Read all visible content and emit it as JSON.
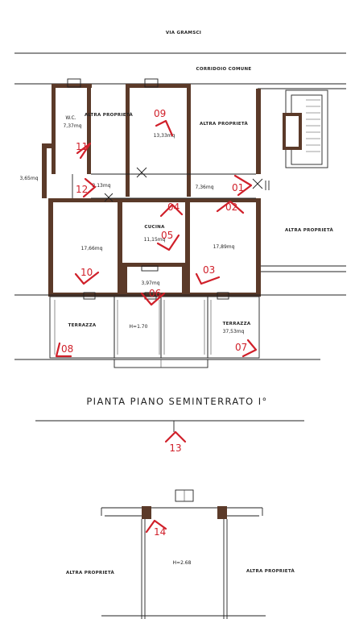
{
  "colors": {
    "wall": "#5b3a29",
    "marker": "#d0202a",
    "line": "#222222"
  },
  "street": "VIA GRAMSCI",
  "corridor": "CORRIDOIO COMUNE",
  "upper_plan": {
    "rooms": {
      "wc_label": "W.C.",
      "wc_area": "7,37mq",
      "altra_1": "ALTRA PROPRIETÀ",
      "room_09_area": "13,33mq",
      "altra_2": "ALTRA PROPRIETÀ",
      "left_small_area": "3,65mq",
      "hall_left_area": "2,13mq",
      "hall_right_area": "7,36mq",
      "cucina_label": "CUCINA",
      "cucina_area": "11,15mq",
      "room_10_area": "17,66mq",
      "room_03_area": "17,89mq",
      "altra_3": "ALTRA PROPRIETÀ",
      "bath_area": "3,97mq",
      "terrazza_left": "TERRAZZA",
      "h_label": "H=1.70",
      "terrazza_right": "TERRAZZA",
      "terrazza_right_area": "37,53mq"
    },
    "markers": {
      "m01": "01",
      "m02": "02",
      "m03": "03",
      "m04": "04",
      "m05": "05",
      "m06": "06",
      "m07": "07",
      "m08": "08",
      "m09": "09",
      "m10": "10",
      "m11": "11",
      "m12": "12"
    }
  },
  "plan_title": "PIANTA PIANO SEMINTERRATO I°",
  "marker_13": "13",
  "lower_plan": {
    "marker_14": "14",
    "height_label": "H=2.68",
    "altra_left": "ALTRA PROPRIETÀ",
    "altra_right": "ALTRA PROPRIETÀ"
  }
}
